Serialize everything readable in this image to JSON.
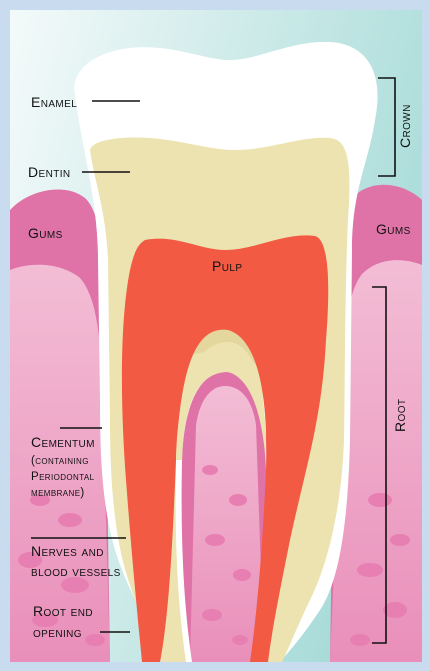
{
  "labels": {
    "enamel": "Enamel",
    "dentin": "Dentin",
    "gums_left": "Gums",
    "gums_right": "Gums",
    "pulp": "Pulp",
    "crown": "Crown",
    "root": "Root",
    "cementum": "Cementum",
    "cementum_sub1": "(containing",
    "cementum_sub2": "Periodontal",
    "cementum_sub3": "membrane)",
    "nerves1": "Nerves and",
    "nerves2": "blood vessels",
    "rootend1": "Root end",
    "rootend2": "opening"
  },
  "colors": {
    "enamel": "#ffffff",
    "dentin": "#ece3b0",
    "pulp": "#f25a43",
    "gum": "#df73a8",
    "bone": "#f0a9c9",
    "sky": "#bfe3e3"
  }
}
